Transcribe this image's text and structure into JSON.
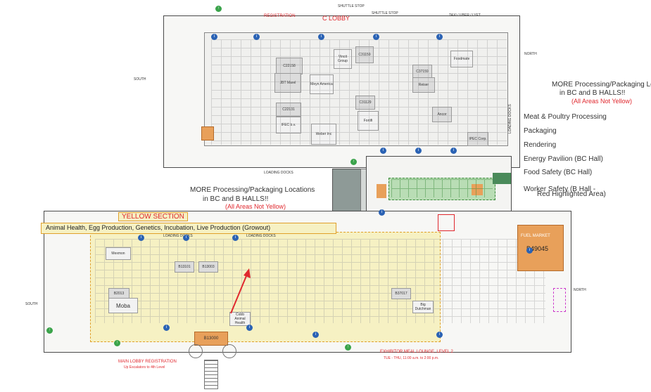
{
  "map": {
    "top_labels": {
      "registration": "REGISTRATION",
      "c_lobby": "C LOBBY",
      "shuttle_stop_1": "SHUTTLE STOP",
      "shuttle_stop_2": "SHUTTLE STOP",
      "taxi": "TAXI / UBER / LYFT",
      "north_top": "NORTH",
      "south_top": "SOUTH",
      "loading_docks_c": "LOADING DOCKS",
      "loading_docks_side": "LOADING DOCKS"
    },
    "c_hall_booths": [
      {
        "label": "C22158"
      },
      {
        "label": "Vincit Group"
      },
      {
        "label": "C31159"
      },
      {
        "label": "C37159"
      },
      {
        "label": "Foodmate"
      },
      {
        "label": "JBT Marel"
      },
      {
        "label": "Meyn America"
      },
      {
        "label": "Reiser"
      },
      {
        "label": "C31129"
      },
      {
        "label": "Fortifi"
      },
      {
        "label": "C22131"
      },
      {
        "label": "IFEC b.v."
      },
      {
        "label": "Weber Inc"
      },
      {
        "label": "Ancor"
      },
      {
        "label": "IPEC Corp."
      }
    ],
    "right_panel": {
      "more_line1": "MORE Processing/Packaging Locations",
      "more_line2": "in BC and B HALLS!!",
      "more_line3": "(All Areas Not Yellow)",
      "items": [
        "Meat & Poultry Processing",
        "Packaging",
        "Rendering",
        "Energy Pavilion (BC Hall)",
        "Food Safety (BC Hall)",
        "Worker Safety (B Hall -",
        "Red Highlighted Area)"
      ]
    },
    "center_note": {
      "line1": "MORE Processing/Packaging Locations",
      "line2": "in BC and B HALLS!!",
      "line3": "(All Areas Not Yellow)"
    },
    "yellow_section": {
      "title": "YELLOW SECTION",
      "banner": "Animal Health, Egg Production, Genetics, Incubation, Live Production (Growout)",
      "loading_docks_1": "LOADING DOCKS",
      "loading_docks_2": "LOADING DOCKS",
      "south": "SOUTH",
      "north": "NORTH",
      "booths": [
        {
          "label": "Mexmon"
        },
        {
          "label": "B13101"
        },
        {
          "label": "B13003"
        },
        {
          "label": "B2013"
        },
        {
          "label": "Moba"
        },
        {
          "label": "B13000"
        },
        {
          "label": "Cobb Animal Health"
        },
        {
          "label": "B37017"
        },
        {
          "label": "Big Dutchman"
        }
      ],
      "fuel_market": "FUEL MARKET",
      "fuel_booth": "B49045",
      "main_lobby": "MAIN LOBBY REGISTRATION",
      "main_lobby_sub": "Up Escalators to 4th Level",
      "meal_lounge": "EXHIBITOR MEAL LOUNGE, LEVEL 2",
      "meal_lounge_sub": "TUE - THU, 11:00 a.m. to 2:00 p.m."
    },
    "colors": {
      "red": "#e0282e",
      "yellow_fill": "#f6f1c3",
      "yellow_border": "#e0a02a",
      "fuel_orange": "#e8a05a",
      "green_pavilion": "#8fc68f",
      "icon_blue": "#2a62b4"
    }
  }
}
